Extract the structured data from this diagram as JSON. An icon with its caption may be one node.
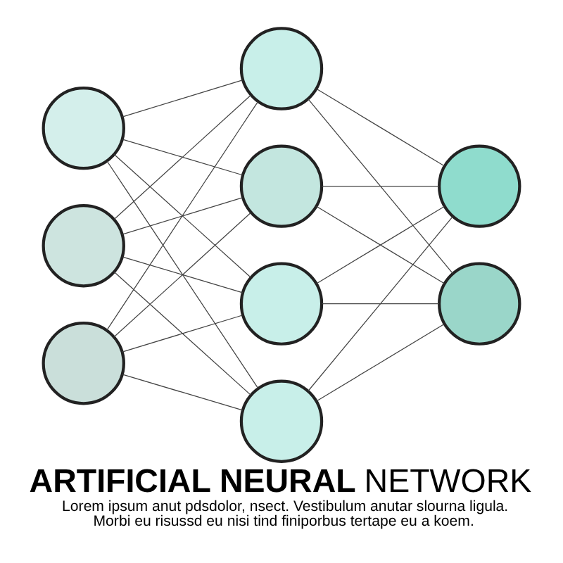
{
  "diagram": {
    "title": "**ARTIFICIAL NEURAL** NETWORK",
    "caption": "Lorem ipsum anut pdsdolor, nsect. Vestibulum anutar slourna ligula. Morbi eu risussd eu nisi tind finiporbus tertape eu a koem.",
    "nodes": [
      {
        "text": [],
        "shape": "circle"
      },
      {
        "text": [],
        "shape": "circle"
      },
      {
        "text": [],
        "shape": "circle"
      },
      {
        "text": [],
        "shape": "circle"
      },
      {
        "text": [],
        "shape": "circle"
      },
      {
        "text": [],
        "shape": "circle"
      },
      {
        "text": [],
        "shape": "circle"
      },
      {
        "text": [],
        "shape": "circle"
      },
      {
        "text": [],
        "shape": "circle"
      }
    ],
    "edges": [
      {
        "from": 0,
        "to": 3,
        "arrow": "none"
      },
      {
        "from": 0,
        "to": 4,
        "arrow": "none"
      },
      {
        "from": 0,
        "to": 5,
        "arrow": "none"
      },
      {
        "from": 0,
        "to": 6,
        "arrow": "none"
      },
      {
        "from": 1,
        "to": 3,
        "arrow": "none"
      },
      {
        "from": 1,
        "to": 4,
        "arrow": "none"
      },
      {
        "from": 1,
        "to": 5,
        "arrow": "none"
      },
      {
        "from": 1,
        "to": 6,
        "arrow": "none"
      },
      {
        "from": 2,
        "to": 3,
        "arrow": "none"
      },
      {
        "from": 2,
        "to": 4,
        "arrow": "none"
      },
      {
        "from": 2,
        "to": 5,
        "arrow": "none"
      },
      {
        "from": 2,
        "to": 6,
        "arrow": "none"
      },
      {
        "from": 3,
        "to": 7,
        "arrow": "none"
      },
      {
        "from": 3,
        "to": 8,
        "arrow": "none"
      },
      {
        "from": 4,
        "to": 7,
        "arrow": "none"
      },
      {
        "from": 4,
        "to": 8,
        "arrow": "none"
      },
      {
        "from": 5,
        "to": 7,
        "arrow": "none"
      },
      {
        "from": 5,
        "to": 8,
        "arrow": "none"
      },
      {
        "from": 6,
        "to": 7,
        "arrow": "none"
      },
      {
        "from": 6,
        "to": 8,
        "arrow": "none"
      }
    ]
  }
}
